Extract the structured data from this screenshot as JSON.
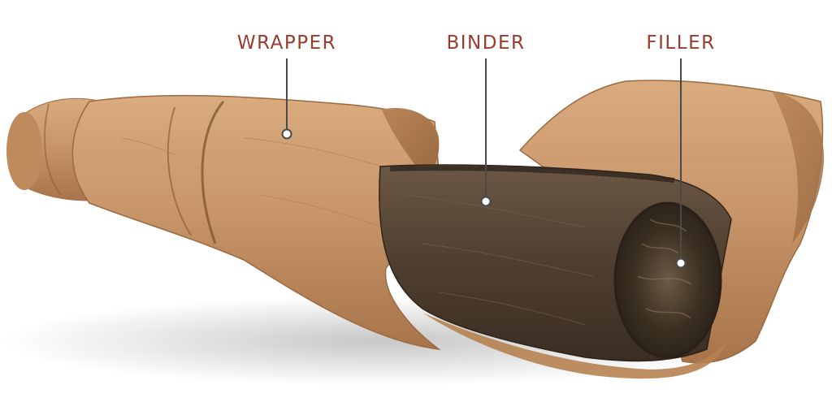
{
  "labels": {
    "wrapper": "WRAPPER",
    "binder": "BINDER",
    "filler": "FILLER"
  },
  "colors": {
    "label_text": "#9a3b2e",
    "leader_line": "#4a4a4a",
    "wrapper_leaf": "#c8966a",
    "binder_leaf": "#4a3a2c",
    "filler": "#2e2419"
  }
}
